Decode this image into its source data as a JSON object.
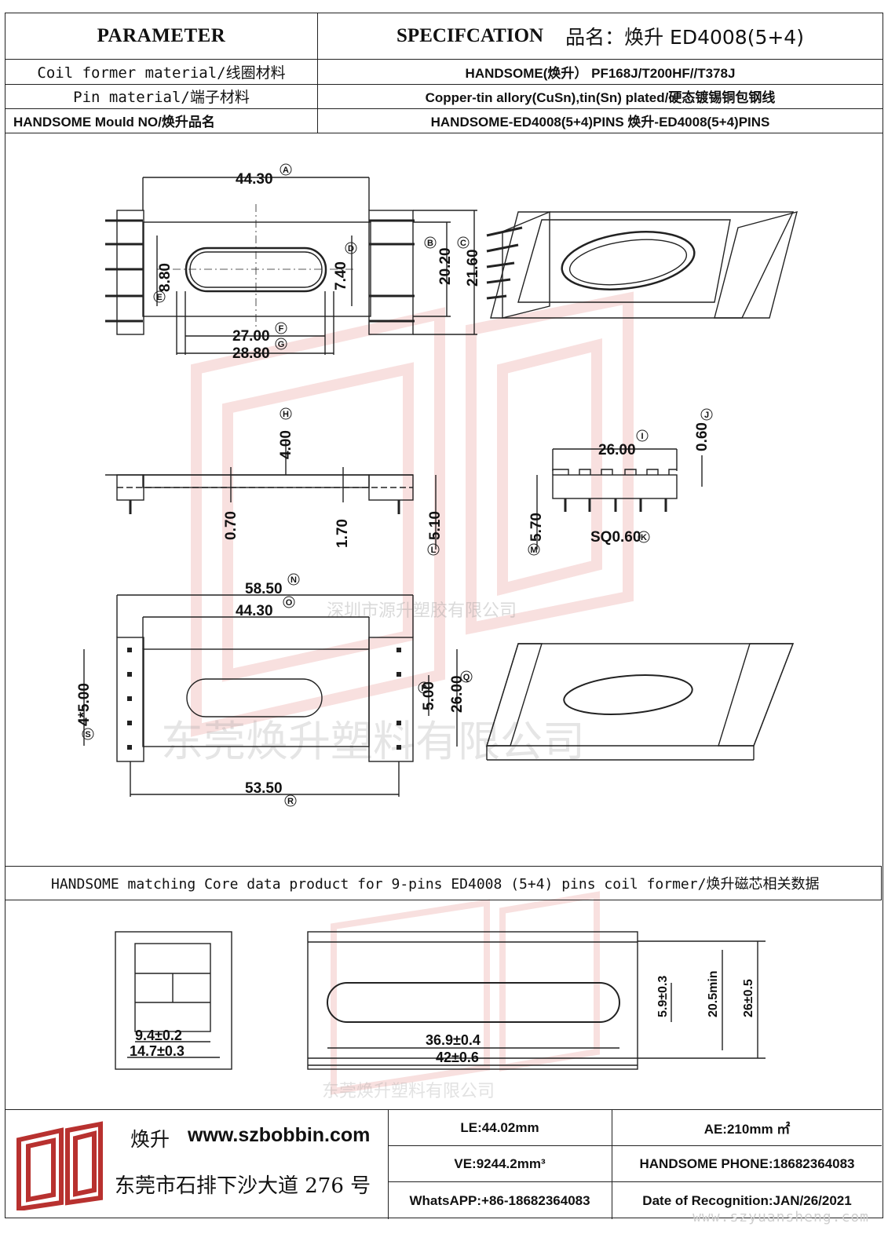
{
  "header": {
    "parameter_label": "PARAMETER",
    "spec_label": "SPECIFCATION",
    "product_name": "品名：焕升 ED4008(5+4)",
    "rows": [
      {
        "param": "Coil former material/线圈材料",
        "value": "HANDSOME(焕升）  PF168J/T200HF//T378J"
      },
      {
        "param": "Pin material/端子材料",
        "value": "Copper-tin allory(CuSn),tin(Sn) plated/硬态镀锡铜包钢线"
      },
      {
        "param": "HANDSOME Mould NO/焕升品名",
        "value": "HANDSOME-ED4008(5+4)PINS    焕升-ED4008(5+4)PINS"
      }
    ]
  },
  "dimensions": {
    "A": "44.30",
    "B": "20.20",
    "C": "21.60",
    "D": "7.40",
    "E": "8.80",
    "F": "27.00",
    "G": "28.80",
    "H": "4.00",
    "I": "26.00",
    "J": "0.60",
    "K": "SQ0.60",
    "L": "5.10",
    "M": "5.70",
    "N": "58.50",
    "O": "44.30",
    "P": "5.00",
    "Q": "26.00",
    "R": "53.50",
    "S": "4*5.00",
    "side_a": "0.70",
    "side_b": "1.70"
  },
  "dimension_markers": [
    "A",
    "B",
    "C",
    "D",
    "E",
    "F",
    "G",
    "H",
    "I",
    "J",
    "K",
    "L",
    "M",
    "N",
    "O",
    "P",
    "Q",
    "R",
    "S"
  ],
  "watermarks": {
    "shenzhen": "深圳市源升塑胶有限公司",
    "dongguan": "东莞焕升塑料有限公司",
    "url": "www.szyuansheng.com"
  },
  "core_section": {
    "title": "HANDSOME matching Core data  product for 9-pins ED4008 (5+4) pins  coil former/焕升磁芯相关数据",
    "dims": {
      "w1": "9.4±0.2",
      "w2": "14.7±0.3",
      "l1": "36.9±0.4",
      "l2": "42±0.6",
      "h1": "5.9±0.3",
      "h2": "20.5min",
      "h3": "26±0.5"
    }
  },
  "footer": {
    "brand": "焕升",
    "website": "www.szbobbin.com",
    "address": "东莞市石排下沙大道 276 号",
    "le": "LE:44.02mm",
    "ae": "AE:210mm ㎡",
    "ve": "VE:9244.2mm³",
    "phone": "HANDSOME PHONE:18682364083",
    "whatsapp": "WhatsAPP:+86-18682364083",
    "date": "Date of Recognition:JAN/26/2021"
  },
  "colors": {
    "line": "#222222",
    "watermark_red": "#d9534f",
    "watermark_grey": "#c8c8c8"
  }
}
